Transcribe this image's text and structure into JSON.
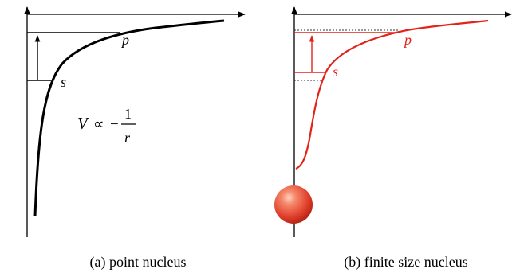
{
  "panel_a": {
    "caption": "(a) point nucleus",
    "level_s": "s",
    "level_p": "p",
    "formula": {
      "lhs": "V",
      "relation": "∝",
      "sign": "−",
      "numerator": "1",
      "denominator": "r"
    }
  },
  "panel_b": {
    "caption": "(b) finite size nucleus",
    "level_s": "s",
    "level_p": "p"
  },
  "colors": {
    "panel_a_curve": "#000000",
    "panel_b_curve": "#e2231a",
    "nucleus": "#e8503a"
  }
}
